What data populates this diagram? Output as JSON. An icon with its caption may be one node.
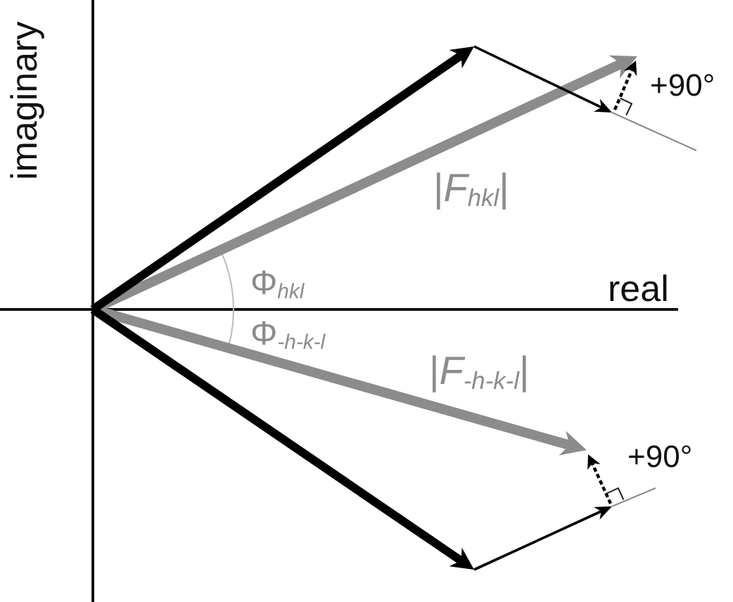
{
  "diagram": {
    "labels": [
      "imaginary",
      "+90°",
      "|*F*$_{hkl}$|",
      "Φ$_{hkl}$",
      "real",
      "Φ$_{-h-k-l}$",
      "|*F*$_{-h-k-l}$|",
      "+90°"
    ]
  }
}
